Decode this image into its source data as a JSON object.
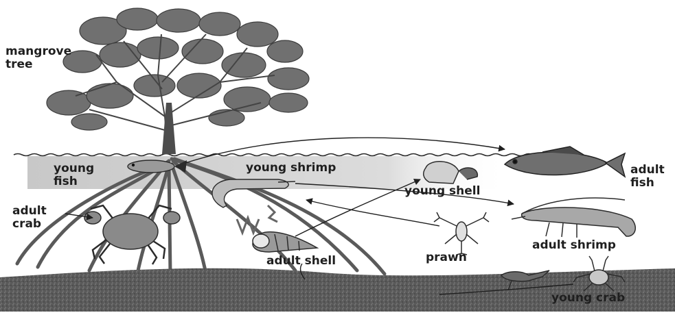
{
  "labels": {
    "mangrove_tree": [
      "mangrove",
      "tree"
    ],
    "young_fish": [
      "young",
      "fish"
    ],
    "adult_crab": [
      "adult",
      "crab"
    ],
    "young_shrimp": "young shrimp",
    "young_shell": "young shell",
    "adult_fish": [
      "adult",
      "fish"
    ],
    "adult_shrimp": "adult shrimp",
    "prawn": "prawn",
    "adult_shell": "adult shell",
    "young_crab": "young crab"
  },
  "colors": {
    "ink": "#1f1f1f",
    "foliage": "#707070",
    "wood": "#4d4d4d",
    "water_band": "#cfcfcf",
    "sediment": "#5a5a5a",
    "animal_fill": "#8a8a8a"
  }
}
